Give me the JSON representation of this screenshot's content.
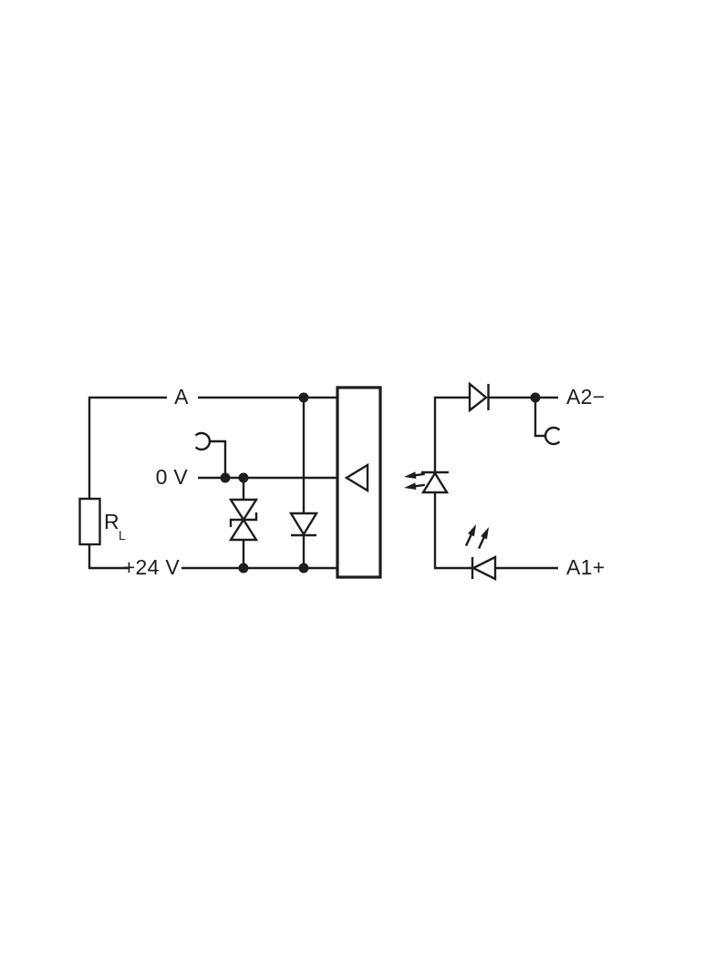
{
  "diagram": {
    "labels": {
      "terminal_a": "A",
      "rail_0v": "0 V",
      "rail_24v": "+24 V",
      "load_resistor": "R",
      "load_resistor_subscript": "L",
      "terminal_a2_minus": "A2−",
      "terminal_a1_plus": "A1+"
    },
    "colors": {
      "ink": "#1d1d1b",
      "background": "#ffffff"
    },
    "icons": [
      "load-resistor-icon",
      "tap-connector-icon",
      "tvs-suppressor-diode-icon",
      "freewheeling-diode-icon",
      "relay-module-box",
      "amplifier-triangle-icon",
      "optocoupler-light-arrows-icon",
      "photodiode-icon",
      "series-diode-icon",
      "indicator-led-icon",
      "led-light-arrows-icon",
      "junction-dot-icon"
    ]
  }
}
